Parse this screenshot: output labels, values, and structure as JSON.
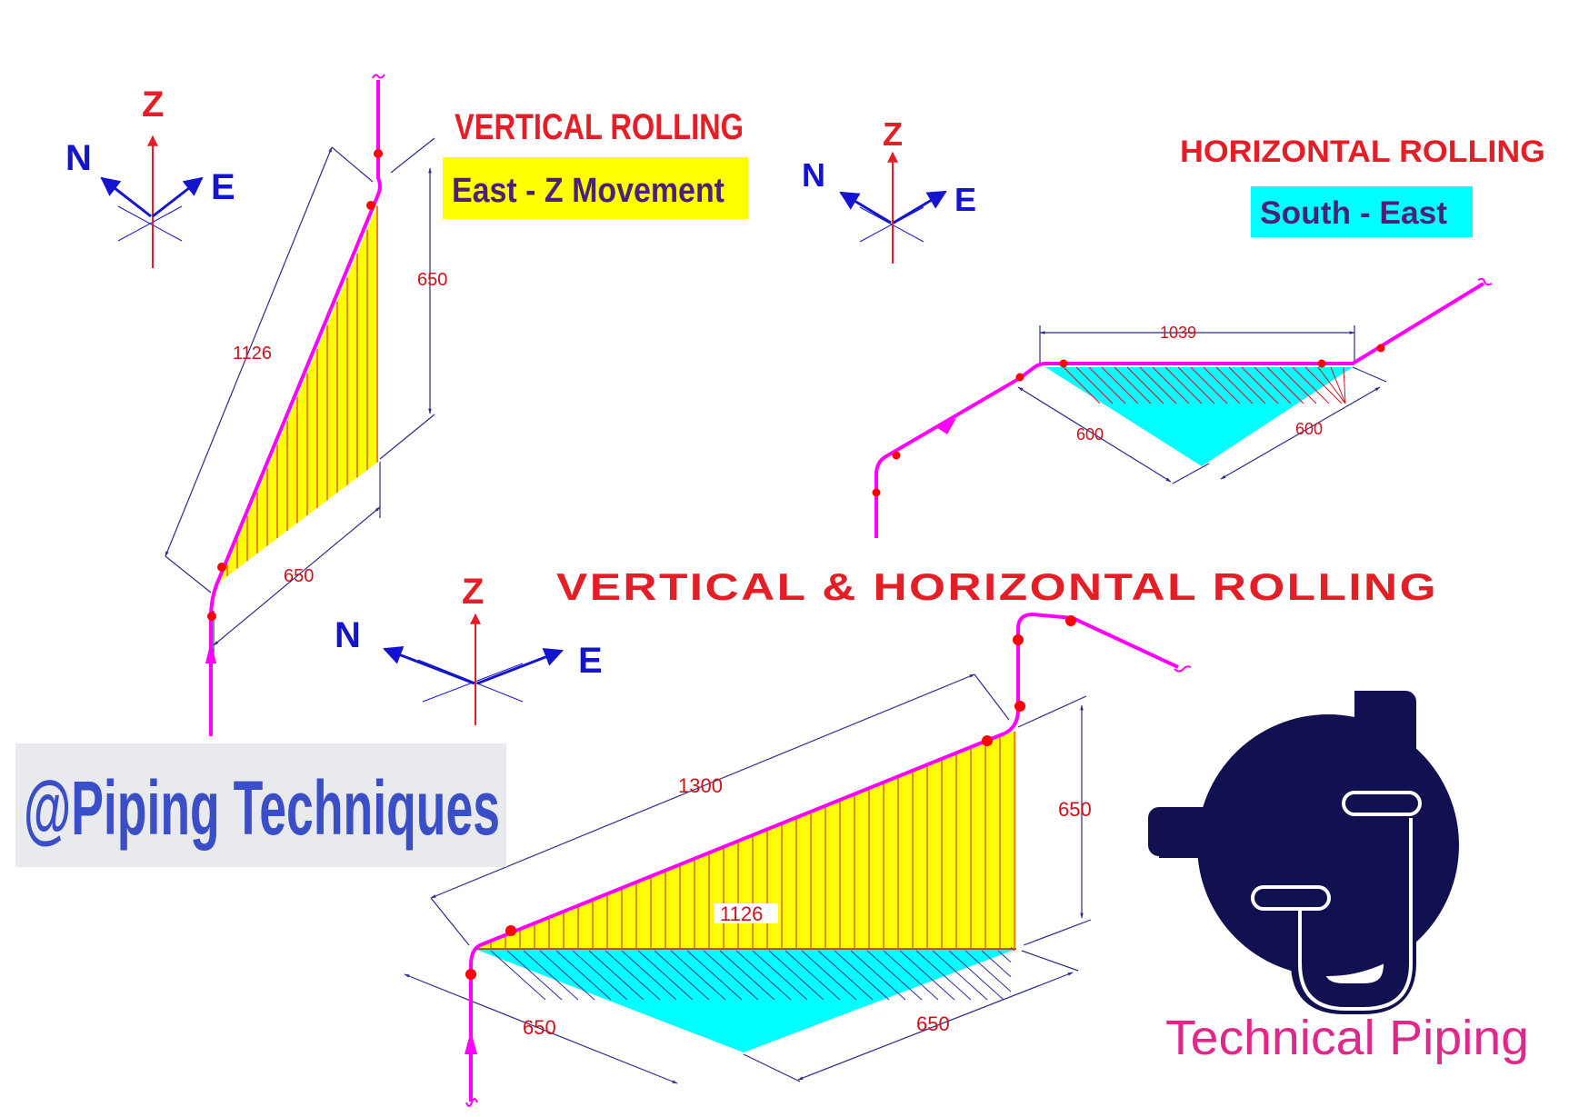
{
  "panels": {
    "vertical": {
      "title": "VERTICAL ROLLING",
      "badge": "East - Z Movement",
      "badge_color": "#ffff00",
      "dims": {
        "diagonal": "1126",
        "height": "650",
        "base": "650"
      }
    },
    "horizontal": {
      "title": "HORIZONTAL  ROLLING",
      "badge": "South - East",
      "badge_color": "#00ffff",
      "dims": {
        "top": "1039",
        "left": "600",
        "right": "600"
      }
    },
    "combined": {
      "title": "VERTICAL & HORIZONTAL ROLLING",
      "dims": {
        "travel": "1300",
        "height": "650",
        "roll": "1126",
        "south": "650",
        "east": "650"
      }
    }
  },
  "axis_labels": {
    "z": "Z",
    "n": "N",
    "e": "E"
  },
  "watermark": "@Piping Techniques",
  "logo": {
    "name": "Technical Piping",
    "icon": "pipe-trap-icon"
  },
  "colors": {
    "pipe": "#ff00ff",
    "vertical_fill": "#ffff00",
    "horizontal_fill": "#00ffff",
    "hatch": "#d0101a",
    "dimension": "#2b2b8c",
    "weld_point": "#ff0000",
    "title": "#e41e26",
    "north_east": "#1414d0",
    "z_axis": "#e41e26",
    "logo_circle": "#111152"
  }
}
